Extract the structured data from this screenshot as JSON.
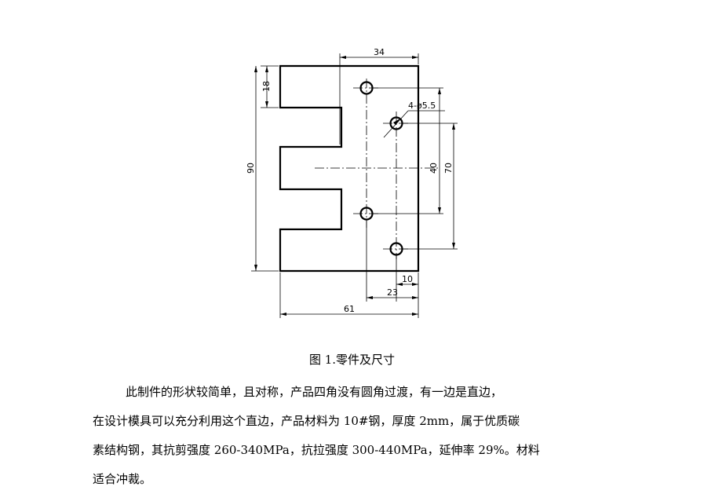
{
  "drawing": {
    "dimensions": {
      "top_width": "34",
      "top_notch": "18",
      "total_height": "90",
      "hole_spacing_vertical": "40",
      "hole_spacing_outer": "70",
      "hole_callout": "4-ø5.5",
      "hole_offset_right": "10",
      "hole_offset_inner": "23",
      "total_width": "61"
    }
  },
  "caption": "图 1.零件及尺寸",
  "paragraph": {
    "lines": [
      "此制件的形状较简单，且对称，产品四角没有圆角过渡，有一边是直边，",
      "在设计模具可以充分利用这个直边，产品材料为 10#钢，厚度 2mm，属于优质碳",
      "素结构钢，其抗剪强度 260-340MPa，抗拉强度 300-440MPa，延伸率 29%。材料",
      "适合冲裁。"
    ]
  }
}
